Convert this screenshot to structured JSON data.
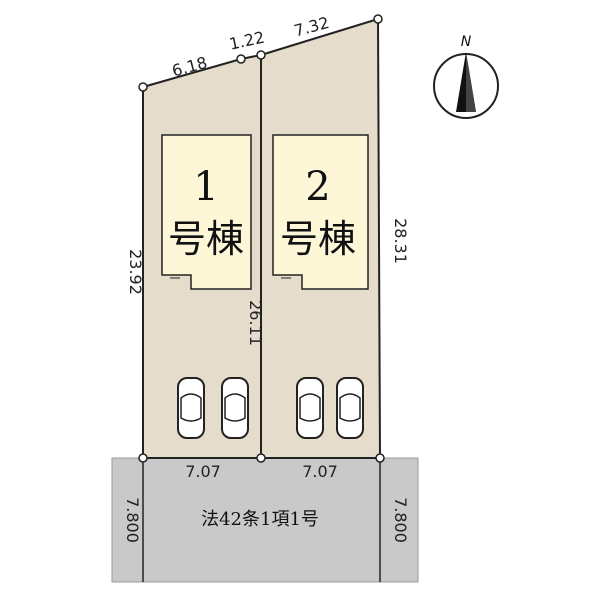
{
  "compass": {
    "label": "N",
    "icon": "north-arrow-icon"
  },
  "lots": [
    {
      "number": "1",
      "label": "号棟"
    },
    {
      "number": "2",
      "label": "号棟"
    }
  ],
  "top_dimensions": [
    "6.18",
    "1.22",
    "7.32"
  ],
  "side_dimensions": {
    "left": "23.92",
    "middle": "26.11",
    "right": "28.31"
  },
  "frontage_dimensions": [
    "7.07",
    "7.07"
  ],
  "road": {
    "label": "法42条1項1号",
    "width_left": "7.800",
    "width_right": "7.800"
  },
  "colors": {
    "lot_fill": "#e6dccb",
    "house_fill": "#fdf7d8",
    "road_fill": "#c8c8c8",
    "line": "#222222"
  }
}
